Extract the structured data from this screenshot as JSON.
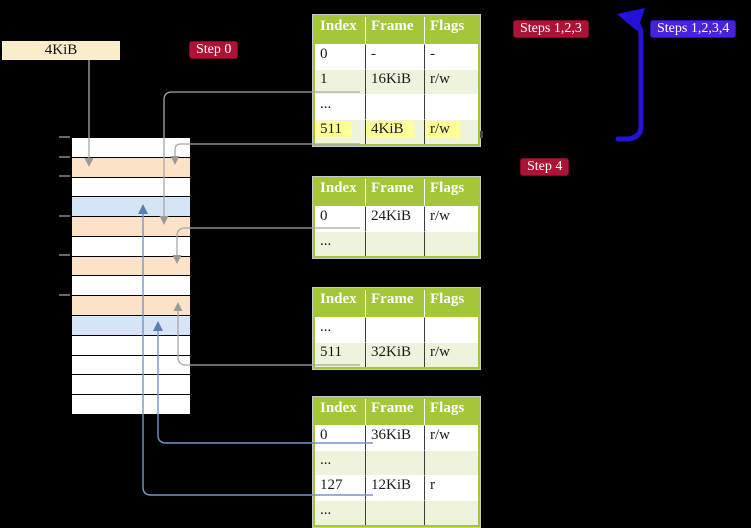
{
  "labels": {
    "page_size": "4KiB",
    "step0": "Step 0",
    "steps123": "Steps 1,2,3",
    "steps1234": "Steps 1,2,3,4",
    "step4": "Step 4"
  },
  "table_header": [
    "Index",
    "Frame",
    "Flags"
  ],
  "tables": {
    "t1": {
      "rows": [
        [
          "0",
          "-",
          "-"
        ],
        [
          "1",
          "16KiB",
          "r/w"
        ],
        [
          "...",
          "",
          ""
        ],
        [
          "511",
          "4KiB",
          "r/w"
        ]
      ]
    },
    "t2": {
      "rows": [
        [
          "0",
          "24KiB",
          "r/w"
        ],
        [
          "...",
          "",
          ""
        ]
      ]
    },
    "t3": {
      "rows": [
        [
          "...",
          "",
          ""
        ],
        [
          "511",
          "32KiB",
          "r/w"
        ]
      ]
    },
    "t4": {
      "rows": [
        [
          "0",
          "36KiB",
          "r/w"
        ],
        [
          "...",
          "",
          ""
        ],
        [
          "127",
          "12KiB",
          "r"
        ],
        [
          "...",
          "",
          ""
        ]
      ]
    }
  },
  "stack": {
    "rows": [
      "white",
      "peach",
      "white",
      "blue",
      "peach",
      "white",
      "peach",
      "white",
      "peach",
      "blue",
      "white",
      "white",
      "white",
      "white"
    ]
  },
  "colors": {
    "background": "#000000",
    "table_header_green": "#a4c639",
    "table_row_green": "#eef3dc",
    "highlight_yellow": "#ffff99",
    "frame_peach": "#fce3c7",
    "frame_light_blue": "#d6e4f7",
    "label_cream": "#fcedca",
    "step_crimson": "#ae1234",
    "steps_violet": "#4a22dd",
    "big_arrow_blue": "#2412d9",
    "grey_connector": "#a8a8a8",
    "blue_connector": "#7596c8"
  }
}
